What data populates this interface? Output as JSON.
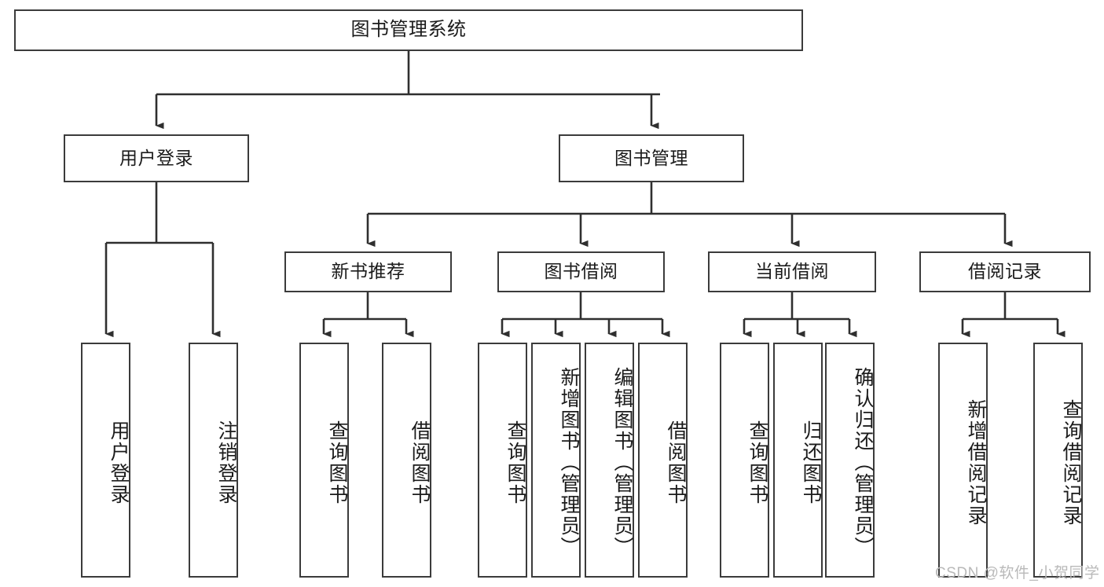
{
  "diagram": {
    "title": "图书管理系统",
    "type": "function-structure-tree",
    "watermark": "CSDN @软件_小贺同学",
    "colors": {
      "background": "#ffffff",
      "box_border": "#3b3b3b",
      "edge": "#2f2f2f",
      "text": "#1b1b1b",
      "watermark": "#b9b9b9"
    },
    "levels": {
      "root": {
        "label": "图书管理系统"
      },
      "level2": [
        {
          "label": "用户登录"
        },
        {
          "label": "图书管理"
        }
      ],
      "level3": [
        {
          "label": "新书推荐"
        },
        {
          "label": "图书借阅"
        },
        {
          "label": "当前借阅"
        },
        {
          "label": "借阅记录"
        }
      ],
      "leaves": [
        {
          "label": "用户登录",
          "parent": "用户登录"
        },
        {
          "label": "注销登录",
          "parent": "用户登录"
        },
        {
          "label": "查询图书",
          "parent": "新书推荐"
        },
        {
          "label": "借阅图书",
          "parent": "新书推荐"
        },
        {
          "label": "查询图书",
          "parent": "图书借阅"
        },
        {
          "label": "新增图书（管理员）",
          "parent": "图书借阅"
        },
        {
          "label": "编辑图书（管理员）",
          "parent": "图书借阅"
        },
        {
          "label": "借阅图书",
          "parent": "图书借阅"
        },
        {
          "label": "查询图书",
          "parent": "当前借阅"
        },
        {
          "label": "归还图书",
          "parent": "当前借阅"
        },
        {
          "label": "确认归还（管理员）",
          "parent": "当前借阅"
        },
        {
          "label": "新增借阅记录",
          "parent": "借阅记录"
        },
        {
          "label": "查询借阅记录",
          "parent": "借阅记录"
        }
      ]
    }
  }
}
